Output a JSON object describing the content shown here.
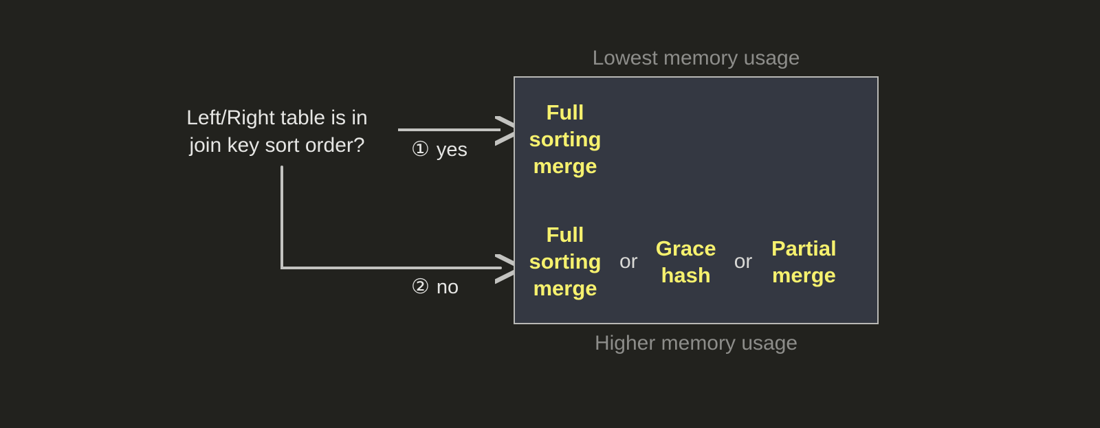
{
  "background_color": "#22221e",
  "panel": {
    "fill_color": "#343842",
    "border_color": "#b9b9b6",
    "caption_top": "Lowest memory usage",
    "caption_bottom": "Higher memory usage",
    "caption_color": "#8d8d8a"
  },
  "decision": {
    "question": "Left/Right table is in\njoin key sort order?",
    "text_color": "#e6e6e4",
    "branches": [
      {
        "marker": "①",
        "label": "yes",
        "target": "Full sorting merge"
      },
      {
        "marker": "②",
        "label": "no",
        "target": "Full sorting merge or Grace hash or Partial merge"
      }
    ]
  },
  "outcomes": {
    "accent_color": "#f6f16e",
    "conjunction": "or",
    "rows": [
      {
        "row": "yes-branch",
        "options": [
          "Full\nsorting\nmerge"
        ]
      },
      {
        "row": "no-branch",
        "options": [
          "Full\nsorting\nmerge",
          "Grace\nhash",
          "Partial\nmerge"
        ]
      }
    ]
  },
  "icons": {
    "arrow_yes": "arrow-right-icon",
    "arrow_no": "elbow-arrow-right-icon"
  }
}
